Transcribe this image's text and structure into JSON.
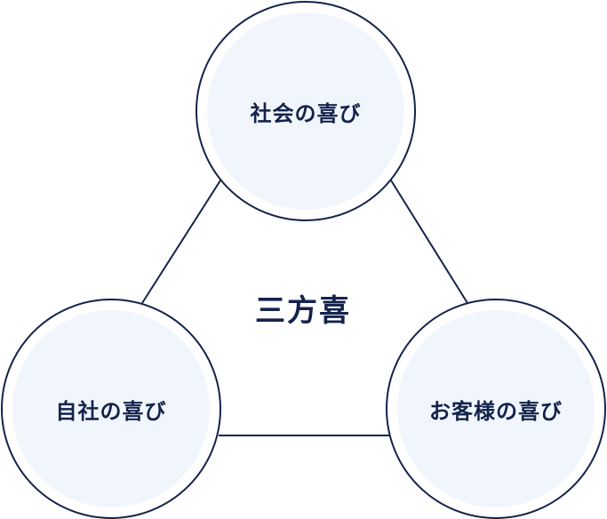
{
  "diagram": {
    "center_label": "三方喜",
    "nodes": {
      "top": {
        "label": "社会の喜び"
      },
      "left": {
        "label": "自社の喜び"
      },
      "right": {
        "label": "お客様の喜び"
      }
    }
  },
  "colors": {
    "ink": "#14234b",
    "circle_fill": "#f1f6fd",
    "background": "#ffffff"
  }
}
